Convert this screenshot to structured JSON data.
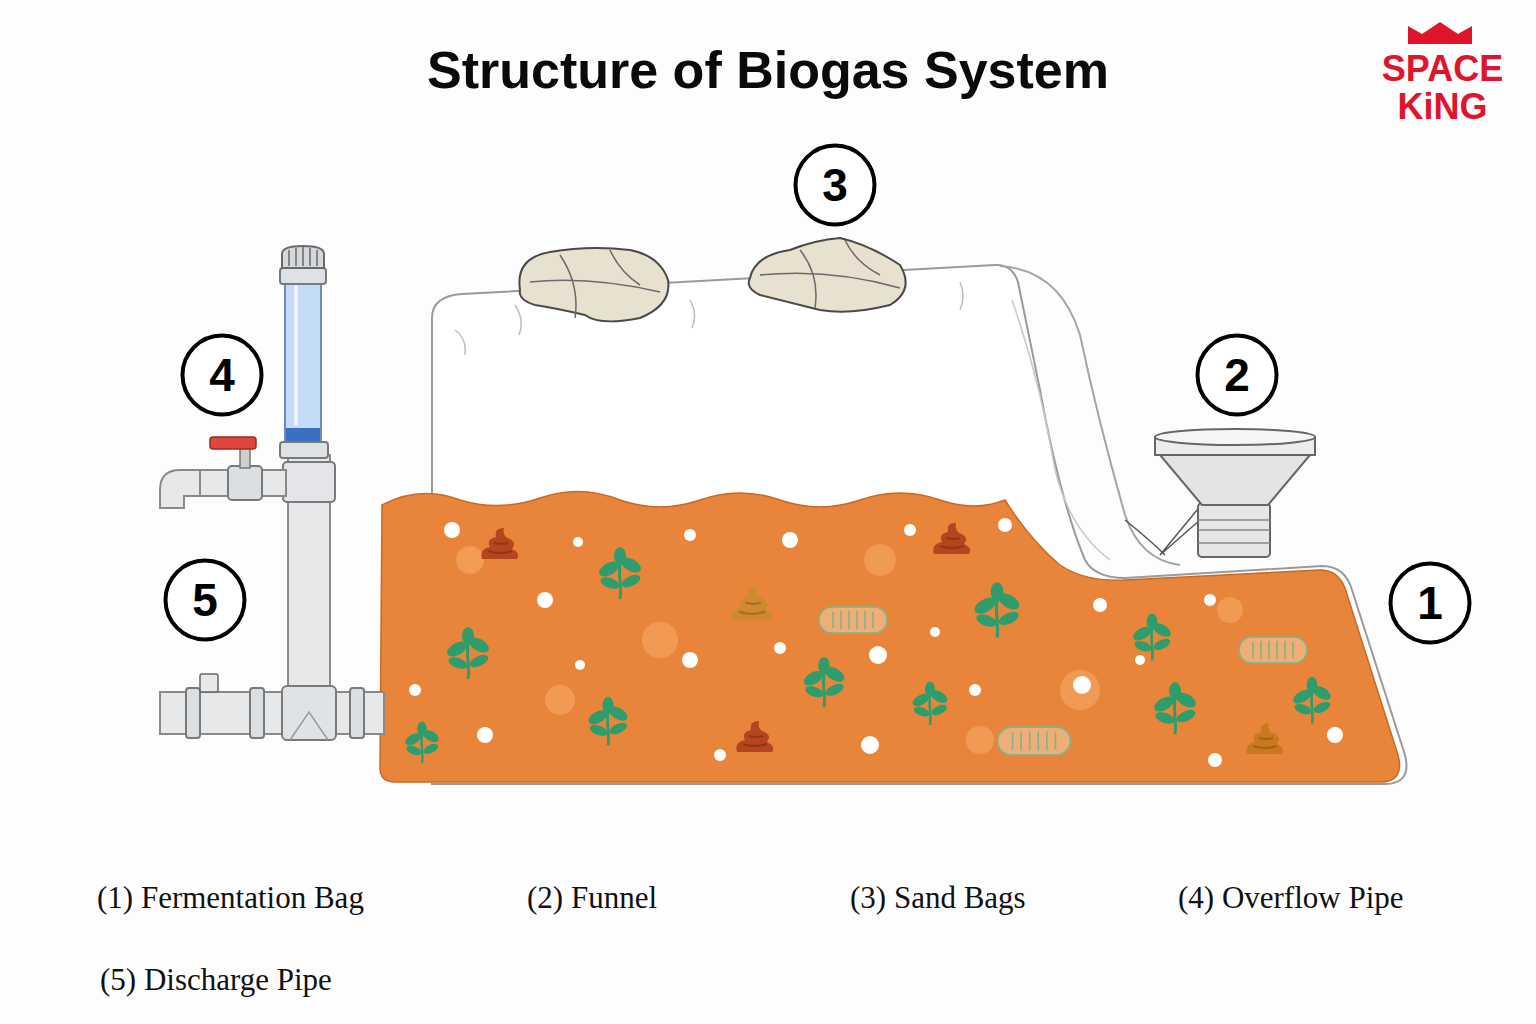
{
  "diagram": {
    "title": "Structure of Biogas System",
    "nodes": [
      {
        "text": [
          "3"
        ]
      },
      {
        "text": [
          "4"
        ]
      },
      {
        "text": [
          "2"
        ]
      },
      {
        "text": [
          "5"
        ]
      },
      {
        "text": [
          "1"
        ]
      }
    ],
    "labels": [
      "SPACE KiNG",
      "(1) Fermentation Bag",
      "(2) Funnel",
      "(3) Sand Bags",
      "(4) Overflow Pipe",
      "(5) Discharge Pipe"
    ]
  }
}
